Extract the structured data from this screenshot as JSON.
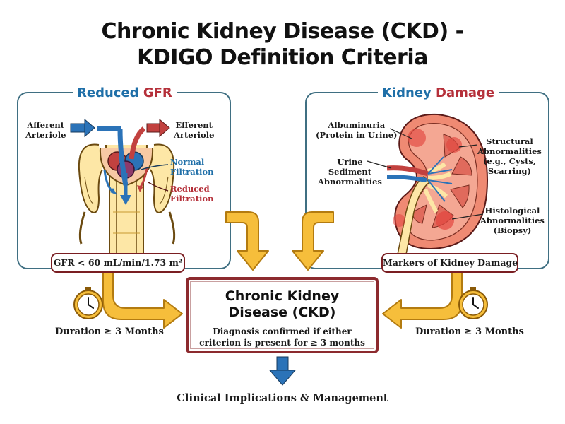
{
  "title": {
    "line1": "Chronic Kidney Disease (CKD) -",
    "line2": "KDIGO Definition Criteria"
  },
  "gfr_panel": {
    "title_part1": "Reduced",
    "title_part2": "GFR",
    "afferent_line1": "Afferent",
    "afferent_line2": "Arteriole",
    "efferent_line1": "Efferent",
    "efferent_line2": "Arteriole",
    "normal_line1": "Normal",
    "normal_line2": "Filtration",
    "reduced_line1": "Reduced",
    "reduced_line2": "Filtration",
    "criterion": "GFR < 60 mL/min/1.73 m²"
  },
  "damage_panel": {
    "title_part1": "Kidney",
    "title_part2": "Damage",
    "albuminuria_line1": "Albuminuria",
    "albuminuria_line2": "(Protein in Urine)",
    "urine_line1": "Urine",
    "urine_line2": "Sediment",
    "urine_line3": "Abnormalities",
    "structural_line1": "Structural",
    "structural_line2": "Abnormalities",
    "structural_line3": "(e.g., Cysts,",
    "structural_line4": "Scarring)",
    "histological_line1": "Histological",
    "histological_line2": "Abnormalities",
    "histological_line3": "(Biopsy)",
    "criterion": "Markers of Kidney Damage"
  },
  "duration": {
    "left": "Duration ≥ 3 Months",
    "right": "Duration ≥ 3 Months"
  },
  "ckd": {
    "title_line1": "Chronic Kidney",
    "title_line2": "Disease (CKD)",
    "sub_line1": "Diagnosis confirmed if either",
    "sub_line2": "criterion is present for ≥ 3 months"
  },
  "bottom_label": "Clinical Implications & Management",
  "icons": {
    "clock_left": "clock-icon",
    "clock_right": "clock-icon",
    "nephron": "glomerulus-illustration",
    "kidney": "kidney-cross-section-illustration"
  },
  "colors": {
    "blue": "#1f6fa8",
    "red": "#b5303a",
    "arrow_fill": "#f6be3b",
    "arrow_stroke": "#b37b10",
    "box_border": "#8c2a2e",
    "panel_border": "#3f6f82"
  }
}
